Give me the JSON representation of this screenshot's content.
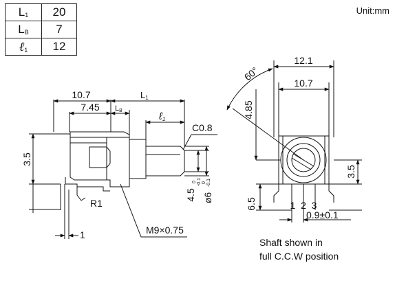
{
  "spec_table": {
    "rows": [
      {
        "symbol": "L",
        "sub": "1",
        "italic": false,
        "value": "20"
      },
      {
        "symbol": "L",
        "sub": "B",
        "italic": false,
        "value": "7"
      },
      {
        "symbol": "ℓ",
        "sub": "1",
        "italic": true,
        "value": "12"
      }
    ]
  },
  "unit_label": "Unit:mm",
  "side_view": {
    "dim_body": "10.7",
    "dim_shaft_start": "7.45",
    "label_l1": "L",
    "label_l1_sub": "1",
    "label_lb": "L",
    "label_lb_sub": "B",
    "label_ell": "ℓ",
    "label_ell_sub": "1",
    "chamfer": "C0.8",
    "height_35": "3.5",
    "dim_45": "4.5",
    "tol_45": "-0.1",
    "dim_d6": "ø6",
    "tol_d6": "-0.1",
    "tol_zero": "0",
    "radius": "R1",
    "pin_1": "1",
    "thread": "M9×0.75"
  },
  "front_view": {
    "dim_width_outer": "12.1",
    "dim_width_inner": "10.7",
    "angle": "60°",
    "dim_485": "4.85",
    "dim_35": "3.5",
    "dim_65": "6.5",
    "pins": "1  2  3",
    "pitch": "0.9±0.1"
  },
  "caption": {
    "line1": "Shaft shown in",
    "line2": "full C.C.W position"
  }
}
